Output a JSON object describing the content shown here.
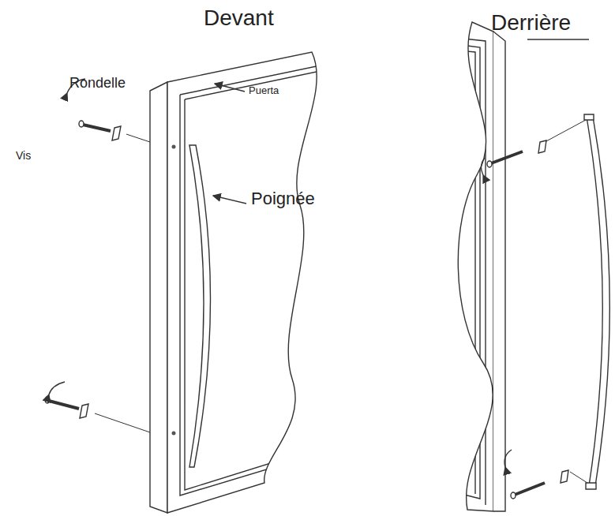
{
  "diagram": {
    "labels": [
      "Devant",
      "Derrière",
      "Rondelle",
      "Puerta",
      "Vis",
      "Poignée"
    ]
  }
}
